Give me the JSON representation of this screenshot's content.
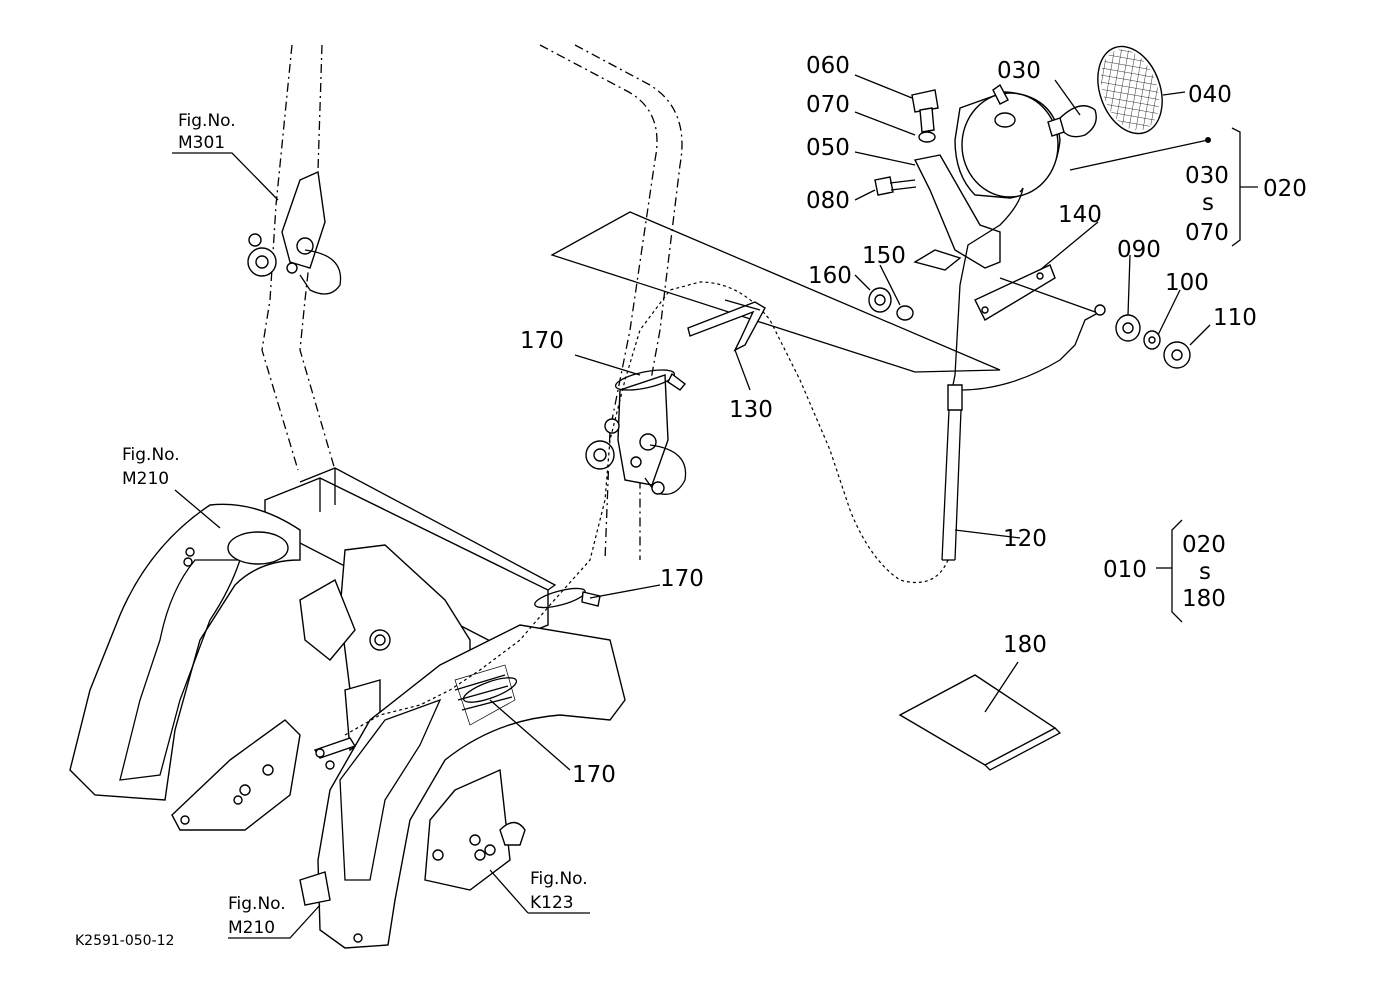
{
  "diagram_code": "K2591-050-12",
  "part_labels": {
    "p010": "010",
    "p020": "020",
    "p030": "030",
    "p040": "040",
    "p050": "050",
    "p060": "060",
    "p070": "070",
    "p080": "080",
    "p090": "090",
    "p100": "100",
    "p110": "110",
    "p120": "120",
    "p130": "130",
    "p140": "140",
    "p150": "150",
    "p160": "160",
    "p170a": "170",
    "p170b": "170",
    "p170c": "170",
    "p180": "180"
  },
  "range_groups": {
    "g020": {
      "from": "030",
      "tilde": "s",
      "to": "070"
    },
    "g010": {
      "from": "020",
      "tilde": "s",
      "to": "180"
    }
  },
  "figure_refs": {
    "m301": {
      "caption": "Fig.No.",
      "number": "M301"
    },
    "m210_upper": {
      "caption": "Fig.No.",
      "number": "M210"
    },
    "m210_lower": {
      "caption": "Fig.No.",
      "number": "M210"
    },
    "k123": {
      "caption": "Fig.No.",
      "number": "K123"
    }
  }
}
